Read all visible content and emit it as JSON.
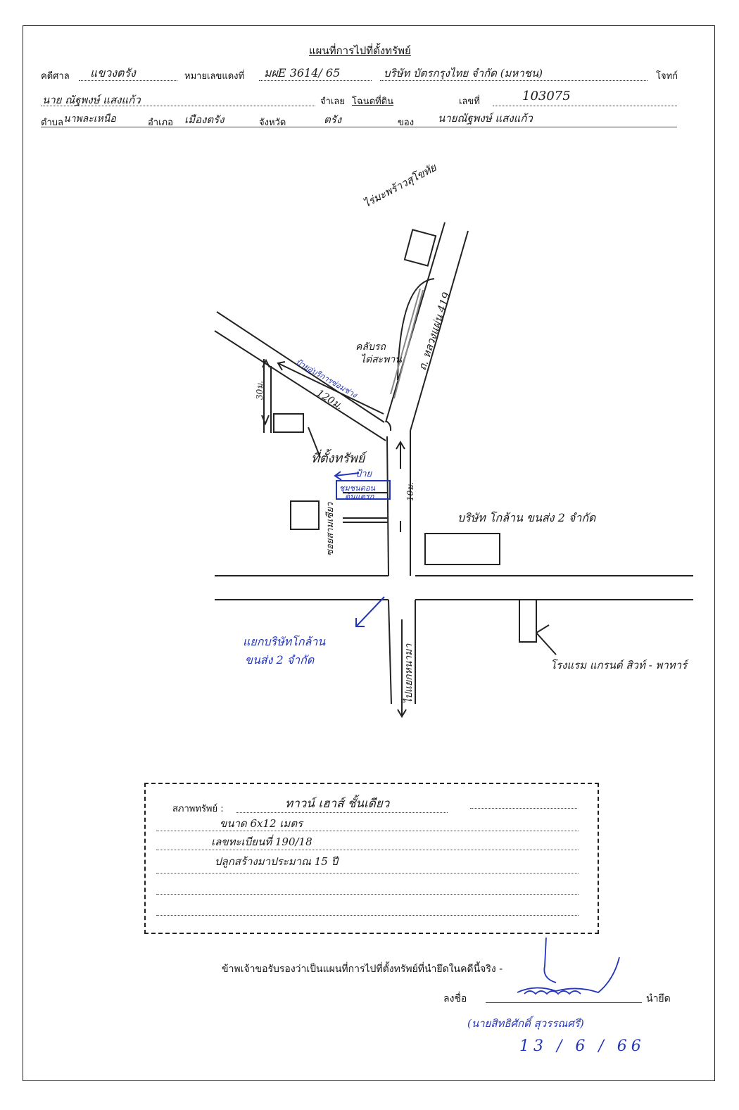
{
  "header": {
    "title": "แผนที่การไปที่ตั้งทรัพย์",
    "court_label": "คดีศาล",
    "court_value": "แขวงตรัง",
    "case_no_label": "หมายเลขแดงที่",
    "case_no_value": "มผE 3614/ 65",
    "plaintiff_value": "บริษัท บัตรกรุงไทย จำกัด (มหาชน)",
    "plaintiff_label": "โจทก์",
    "defendant_value": "นาย ณัฐพงษ์ แสงแก้ว",
    "defendant_label": "จำเลย",
    "deed_label": "โฉนดที่ดิน",
    "deed_no_label": "เลขที่",
    "deed_no_value": "103075",
    "subdistrict_label": "ตำบล",
    "subdistrict_value": "นาพละเหนือ",
    "district_label": "อำเภอ",
    "district_value": "เมืองตรัง",
    "province_label": "จังหวัด",
    "province_value": "ตรัง",
    "owner_label": "ของ",
    "owner_value": "นายณัฐพงษ์ แสงแก้ว"
  },
  "map": {
    "landmark_top": "ไร่มะพร้าวสุโขทัย",
    "road_419": "ถ. หลวงแผ่น 419",
    "club_label": "คลับรถ",
    "club_label2": "ไต่สะพาน",
    "sign_blue_diag": "ป้ายอู่บริการซ่อมช่าง",
    "dist_120": "120ม.",
    "dist_30": "30ม.",
    "property_label": "ที่ตั้งทรัพย์",
    "sign_label": "ป้าย",
    "sign_box_line1": "ชุมชนดอน",
    "sign_box_line2": "ต้นแตรก",
    "side_road_label": "ซอยสามเซียว",
    "dist_10": "10ม.",
    "company_label": "บริษัท โกล้าน ขนส่ง 2 จำกัด",
    "junction_line1": "แยกบริษัทโกล้าน",
    "junction_line2": "ขนส่ง 2 จำกัด",
    "road_south": "ไปแยกหนามา",
    "hotel_label": "โรงแรม แกรนด์ สิวท์ - พาทาร์"
  },
  "property_box": {
    "condition_label": "สภาพทรัพย์ :",
    "condition_value": "ทาวน์ เฮาส์ ชั้นเดียว",
    "size_value": "ขนาด  6x12 เมตร",
    "house_no_value": "เลขทะเบียนที่  190/18",
    "age_value": "ปลูกสร้างมาประมาณ   15 ปี"
  },
  "footer": {
    "certify_text": "ข้าพเจ้าขอรับรองว่าเป็นแผนที่การไปที่ตั้งทรัพย์ที่นำยึดในคดีนี้จริง -",
    "sign_label": "ลงชื่อ",
    "role_label": "นำยึด",
    "signer_name": "(นายสิทธิศักดิ์ สุวรรณศรี)",
    "date": "13 / 6 / 66"
  }
}
